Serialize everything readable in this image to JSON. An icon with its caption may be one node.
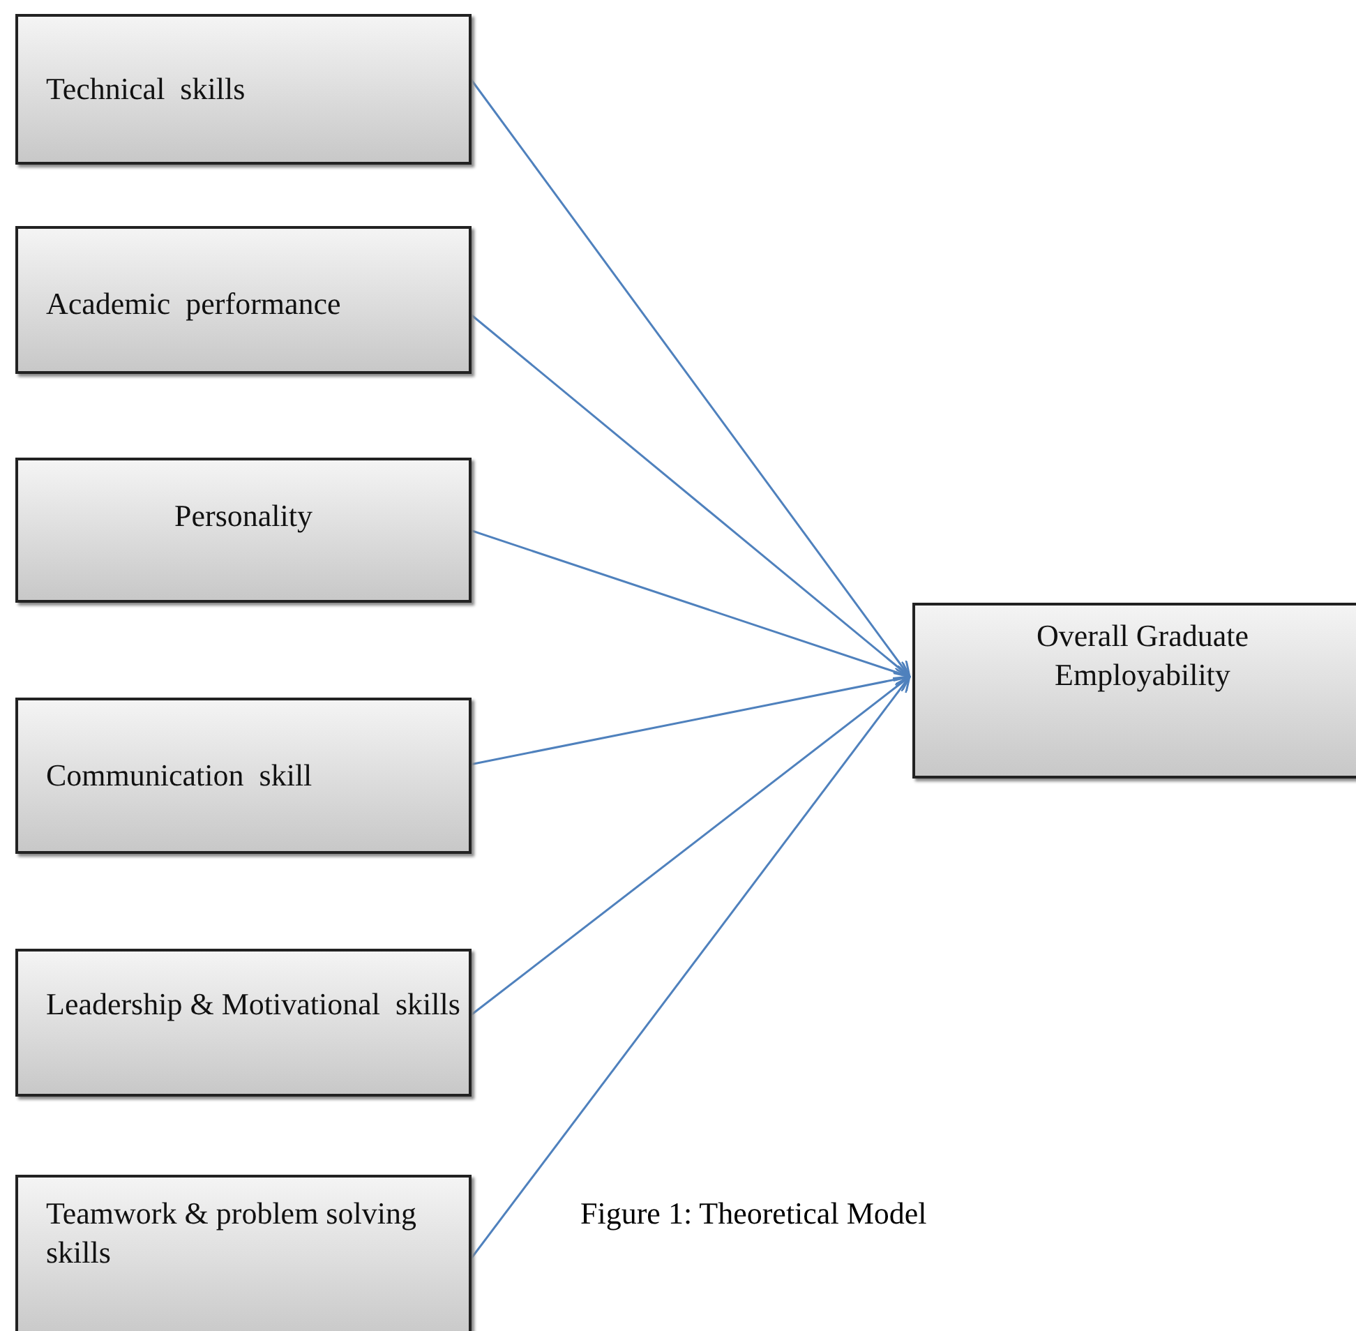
{
  "diagram": {
    "caption": "Figure 1: Theoretical Model",
    "nodes": [
      {
        "text": [
          "Technical  skills"
        ]
      },
      {
        "text": [
          "Academic  performance"
        ]
      },
      {
        "text": [
          "Personality"
        ]
      },
      {
        "text": [
          "Communication  skill"
        ]
      },
      {
        "text": [
          "Leadership & Motivational  skills"
        ]
      },
      {
        "text": [
          "Teamwork & problem solving skills"
        ]
      },
      {
        "text": [
          "Overall Graduate Employability"
        ]
      }
    ],
    "edges": [
      {
        "from": 0,
        "to": 6,
        "arrow": "to"
      },
      {
        "from": 1,
        "to": 6,
        "arrow": "to"
      },
      {
        "from": 2,
        "to": 6,
        "arrow": "to"
      },
      {
        "from": 3,
        "to": 6,
        "arrow": "to"
      },
      {
        "from": 4,
        "to": 6,
        "arrow": "to"
      },
      {
        "from": 5,
        "to": 6,
        "arrow": "to"
      }
    ]
  }
}
